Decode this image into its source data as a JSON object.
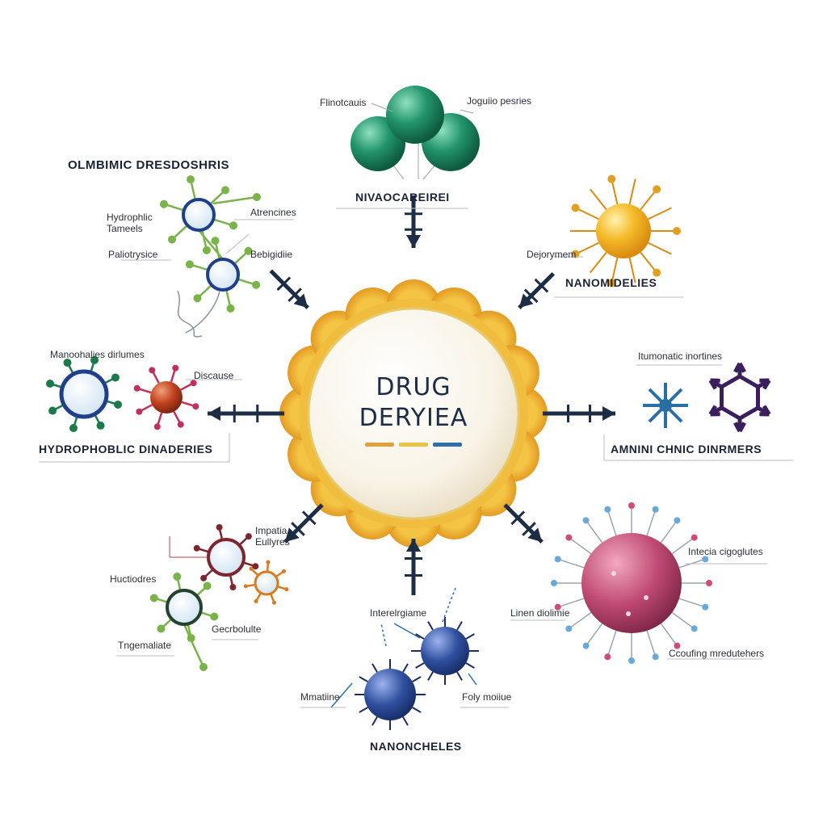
{
  "center": {
    "line1": "DRUG",
    "line2": "DERYIEA",
    "bar_colors": [
      "#e2a23a",
      "#e9c24a",
      "#2f6ea6"
    ]
  },
  "top": {
    "title": "NIVAOCAREIREI",
    "label_left": "Flinotcauis",
    "label_right": "Joguiio pesries",
    "color": "#1f8f6a"
  },
  "top_right": {
    "title": "NANOMIDELIES",
    "label": "Dejorymem",
    "color": "#f0b51e"
  },
  "right": {
    "title": "AMNINI CHNIC DINRMERS",
    "label": "Itumonatic inortines",
    "color": "#3a1f5c"
  },
  "bottom_right": {
    "label_top": "Intecia cigoglutes",
    "label_left": "Linen diolimie",
    "label_bottom": "Ccoufing mredutehers",
    "color": "#b5426a"
  },
  "bottom": {
    "title": "NANONCHELES",
    "label_top": "Interelrgiame",
    "label_left": "Mmatiine",
    "label_right": "Foly moiiue",
    "color": "#2f4f98"
  },
  "bottom_left": {
    "label_a": "Impatia",
    "label_b": "Eullyres",
    "label_c": "Huctiodres",
    "label_d": "Gecrbolulte",
    "label_e": "Tngemaliate"
  },
  "left": {
    "title": "HYDROPHOBLIC DINADERIES",
    "label_top": "Manoohalies dirlumes",
    "label_right": "Discause"
  },
  "top_left": {
    "title": "OLMBIMIC DRESDOSHRIS",
    "label_a": "Hydrophlic",
    "label_b": "Tameels",
    "label_c": "Atrencines",
    "label_d": "Paliotrysice",
    "label_e": "Bebigidiie"
  }
}
